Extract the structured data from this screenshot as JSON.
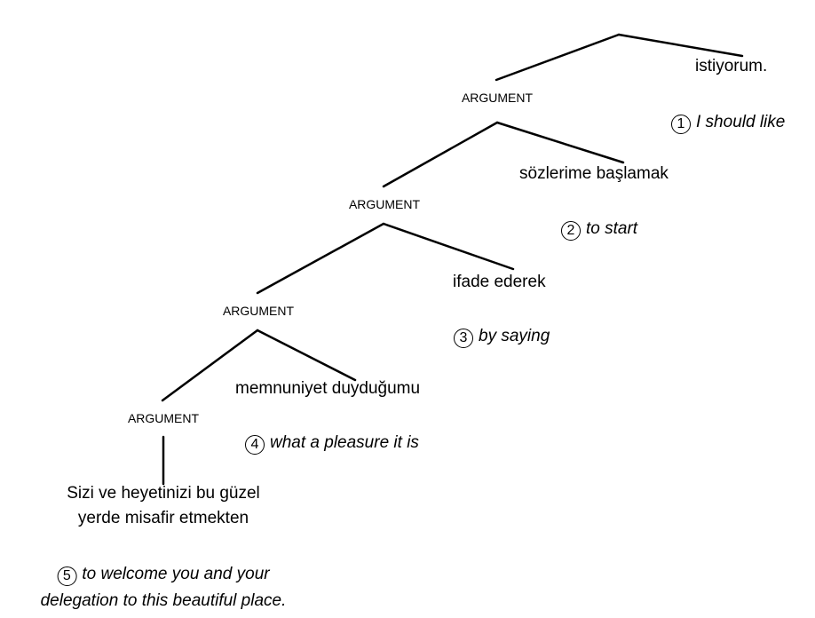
{
  "nodes": {
    "arg1": "ARGUMENT",
    "arg2": "ARGUMENT",
    "arg3": "ARGUMENT",
    "arg4": "ARGUMENT"
  },
  "turkish": {
    "w1": "istiyorum.",
    "w2": "sözlerime başlamak",
    "w3": "ifade ederek",
    "w4": "memnuniyet duyduğumu",
    "w5_line1": "Sizi ve heyetinizi bu güzel",
    "w5_line2": "yerde misafir etmekten"
  },
  "glosses": [
    {
      "num": "1",
      "text": "I should like"
    },
    {
      "num": "2",
      "text": "to start"
    },
    {
      "num": "3",
      "text": "by saying"
    },
    {
      "num": "4",
      "text": "what a pleasure it is"
    },
    {
      "num": "5",
      "text": "to welcome you and your",
      "text2": "delegation to this beautiful place."
    }
  ]
}
